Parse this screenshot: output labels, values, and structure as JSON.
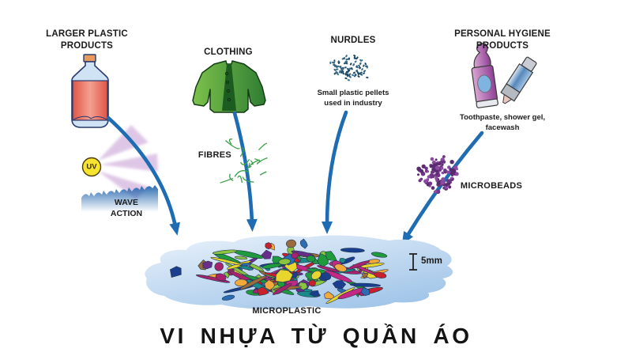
{
  "title": "VI NHỰA TỪ QUẦN ÁO",
  "sources": {
    "larger_plastic": {
      "label": "LARGER PLASTIC\nPRODUCTS"
    },
    "clothing": {
      "label": "CLOTHING"
    },
    "nurdles": {
      "label": "NURDLES",
      "sublabel": "Small plastic pellets\nused in industry"
    },
    "hygiene": {
      "label": "PERSONAL HYGIENE\nPRODUCTS",
      "sublabel": "Toothpaste, shower gel,\nfacewash"
    }
  },
  "process": {
    "uv_label": "UV",
    "wave_label": "WAVE\nACTION",
    "fibres_label": "FIBRES",
    "microbeads_label": "MICROBEADS"
  },
  "result": {
    "scale_label": "5mm",
    "label": "MICROPLASTIC"
  },
  "colors": {
    "arrow_blue": "#1e6cb2",
    "title_text": "#141414",
    "label_text": "#1b1b1b",
    "uv_yellow": "#f7e42e",
    "uv_ray_lavender": "#c9a3d6",
    "wave_blue": "#2a6ab0",
    "pile_light": "#eaf2fb",
    "pile_dark": "#a2c6e9",
    "bottle_body": "#cfe3f5",
    "bottle_label_red": "#e05545",
    "bottle_label_light": "#f4a091",
    "bottle_cap": "#e89a5d",
    "jacket_green_light": "#7dc24b",
    "jacket_green_dark": "#2f7d33",
    "jacket_inner": "#1d5c20",
    "fibre_green": "#3aa04a",
    "gel_purple_light": "#d9a6d4",
    "gel_purple_dark": "#8e3f94",
    "gel_oval_blue": "#7fb3e0",
    "tube_blue": "#5588bb",
    "nurdle_blues": [
      "#2a5a78",
      "#3d6e8e",
      "#1c4560"
    ],
    "microbead_purples": [
      "#6e3585",
      "#8a4ba0",
      "#5c2a70"
    ],
    "fragment_palette": [
      "#c8202c",
      "#1f9a3c",
      "#8bc53f",
      "#1b3f8f",
      "#2a6db5",
      "#f2a83b",
      "#a8236e",
      "#6b2d8b",
      "#9c6b3a",
      "#1a8a8a",
      "#e8d62e",
      "#c22884",
      "#8bc53f",
      "#c8202c",
      "#1f9a3c"
    ]
  }
}
